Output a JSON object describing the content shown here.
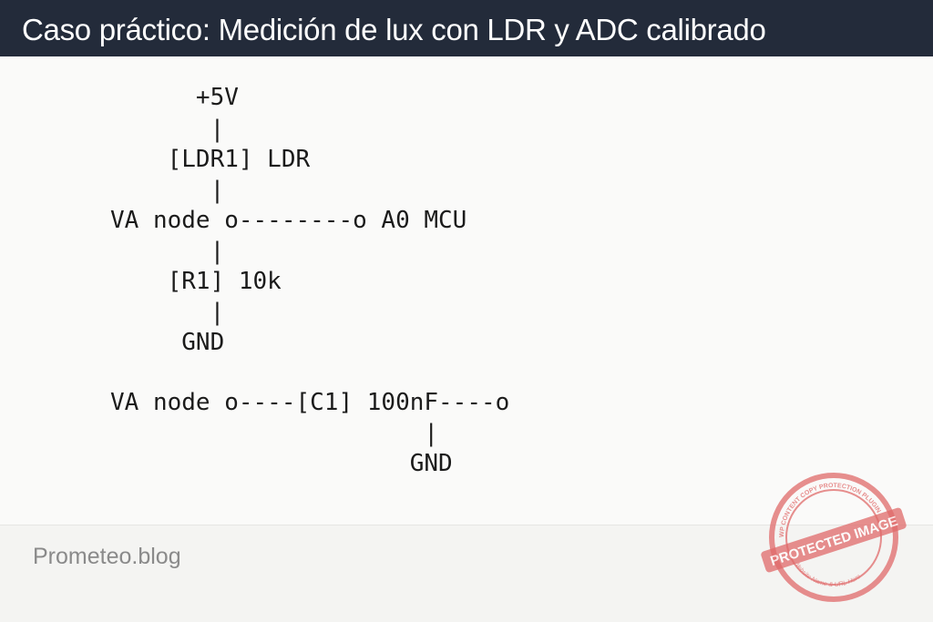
{
  "header": {
    "title": "Caso práctico: Medición de lux con LDR y ADC calibrado"
  },
  "diagram": {
    "lines": [
      "      +5V",
      "       |",
      "    [LDR1] LDR",
      "       |",
      "VA node o--------o A0 MCU",
      "       |",
      "    [R1] 10k",
      "       |",
      "     GND",
      "",
      "VA node o----[C1] 100nF----o",
      "                      |",
      "                     GND"
    ]
  },
  "footer": {
    "brand": "Prometeo.blog"
  },
  "watermark": {
    "label": "PROTECTED IMAGE",
    "ring_text": "WP CONTENT COPY PROTECTION PLUGIN · My Website Name & URL Here",
    "color": "#e06a6a"
  }
}
